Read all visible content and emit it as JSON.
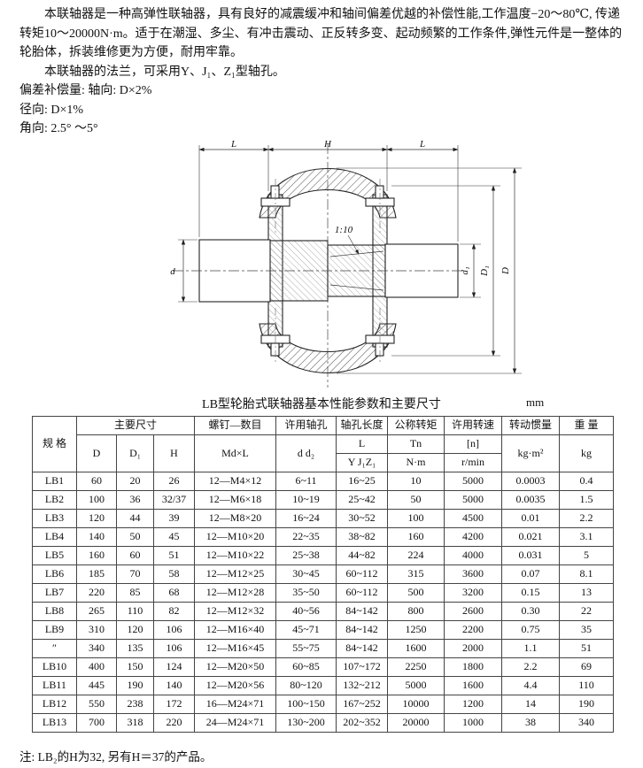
{
  "intro": {
    "p1": "本联轴器是一种高弹性联轴器，具有良好的减震缓冲和轴间偏差优越的补偿性能,工作温度−20～80℃, 传递转矩10～20000N·m。适于在潮湿、多尘、有冲击震动、正反转多变、起动频繁的工作条件,弹性元件是一整体的轮胎体，拆装维修更为方便，耐用牢靠。",
    "p2": "本联轴器的法兰，可采用Y、J₁、Z₁型轴孔。",
    "comp_axial": "偏差补偿量: 轴向: D×2%",
    "comp_radial": "径向: D×1%",
    "comp_angular": "角向: 2.5° ～5°"
  },
  "diagram": {
    "labels": {
      "l_left": "L",
      "h": "H",
      "l_right": "L",
      "d": "d",
      "d1": "d₁",
      "D1": "D₁",
      "D": "D",
      "taper": "1:10"
    }
  },
  "table": {
    "title": "LB型轮胎式联轴器基本性能参数和主要尺寸",
    "unit": "mm",
    "header": {
      "spec": "规  格",
      "main_dims": "主要尺寸",
      "D": "D",
      "D1": "D₁",
      "H": "H",
      "screws": "螺钉—数目",
      "screws_sub": "Md×L",
      "bore": "许用轴孔",
      "bore_sub": "d d₂",
      "bore_len": "轴孔长度",
      "bore_len_sub": "L",
      "bore_len_sub2": "Y J₁Z₁",
      "torque": "公称转矩",
      "torque_sub": "Tn",
      "torque_unit": "N·m",
      "speed": "许用转速",
      "speed_sub": "[n]",
      "speed_unit": "r/min",
      "inertia": "转动惯量",
      "inertia_unit": "kg·m²",
      "weight": "重  量",
      "weight_unit": "kg"
    },
    "rows": [
      [
        "LB1",
        "60",
        "20",
        "26",
        "12—M4×12",
        "6~11",
        "16~25",
        "10",
        "5000",
        "0.0003",
        "0.4"
      ],
      [
        "LB2",
        "100",
        "36",
        "32/37",
        "12—M6×18",
        "10~19",
        "25~42",
        "50",
        "5000",
        "0.0035",
        "1.5"
      ],
      [
        "LB3",
        "120",
        "44",
        "39",
        "12—M8×20",
        "16~24",
        "30~52",
        "100",
        "4500",
        "0.01",
        "2.2"
      ],
      [
        "LB4",
        "140",
        "50",
        "45",
        "12—M10×20",
        "22~35",
        "38~82",
        "160",
        "4200",
        "0.021",
        "3.1"
      ],
      [
        "LB5",
        "160",
        "60",
        "51",
        "12—M10×22",
        "25~38",
        "44~82",
        "224",
        "4000",
        "0.031",
        "5"
      ],
      [
        "LB6",
        "185",
        "70",
        "58",
        "12—M12×25",
        "30~45",
        "60~112",
        "315",
        "3600",
        "0.07",
        "8.1"
      ],
      [
        "LB7",
        "220",
        "85",
        "68",
        "12—M12×28",
        "35~50",
        "60~112",
        "500",
        "3200",
        "0.15",
        "13"
      ],
      [
        "LB8",
        "265",
        "110",
        "82",
        "12—M12×32",
        "40~56",
        "84~142",
        "800",
        "2600",
        "0.30",
        "22"
      ],
      [
        "LB9",
        "310",
        "120",
        "106",
        "12—M16×40",
        "45~71",
        "84~142",
        "1250",
        "2200",
        "0.75",
        "35"
      ],
      [
        "″",
        "340",
        "135",
        "106",
        "12—M16×45",
        "55~75",
        "84~142",
        "1600",
        "2000",
        "1.1",
        "51"
      ],
      [
        "LB10",
        "400",
        "150",
        "124",
        "12—M20×50",
        "60~85",
        "107~172",
        "2250",
        "1800",
        "2.2",
        "69"
      ],
      [
        "LB11",
        "445",
        "190",
        "140",
        "12—M20×56",
        "80~120",
        "132~212",
        "5000",
        "1600",
        "4.4",
        "110"
      ],
      [
        "LB12",
        "550",
        "238",
        "172",
        "16—M24×71",
        "100~150",
        "167~252",
        "10000",
        "1200",
        "14",
        "190"
      ],
      [
        "LB13",
        "700",
        "318",
        "220",
        "24—M24×71",
        "130~200",
        "202~352",
        "20000",
        "1000",
        "38",
        "340"
      ]
    ]
  },
  "footnote": "注: LB₂的H为32, 另有H＝37的产品。"
}
